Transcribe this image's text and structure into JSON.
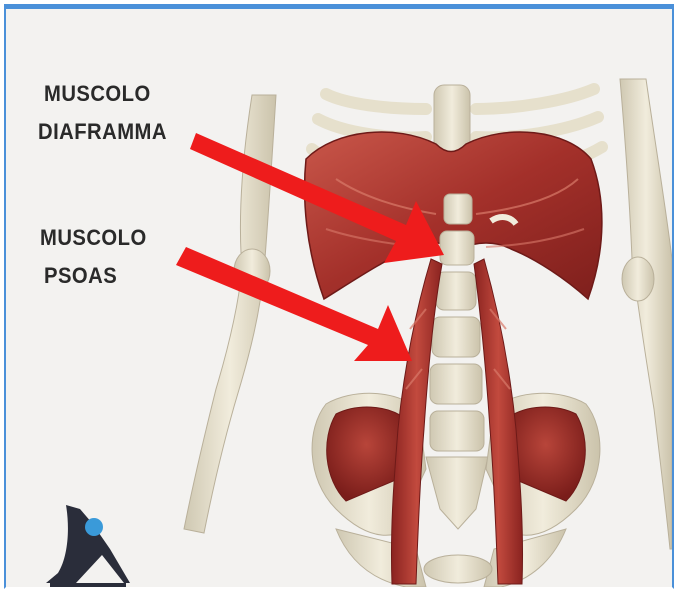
{
  "labels": {
    "diaphragm_line1": "MUSCOLO",
    "diaphragm_line2": "DIAFRAMMA",
    "psoas_line1": "MUSCOLO",
    "psoas_line2": "PSOAS"
  },
  "colors": {
    "frame_border": "#4a90d9",
    "background": "#f3f2f0",
    "arrow": "#ee1c1c",
    "bone": "#e9e4d2",
    "muscle": "#b23a2e",
    "logo_dark": "#2a2d3a",
    "logo_dot": "#3a9ad9"
  },
  "icons": {
    "logo": "stylized-k-figure-logo"
  }
}
